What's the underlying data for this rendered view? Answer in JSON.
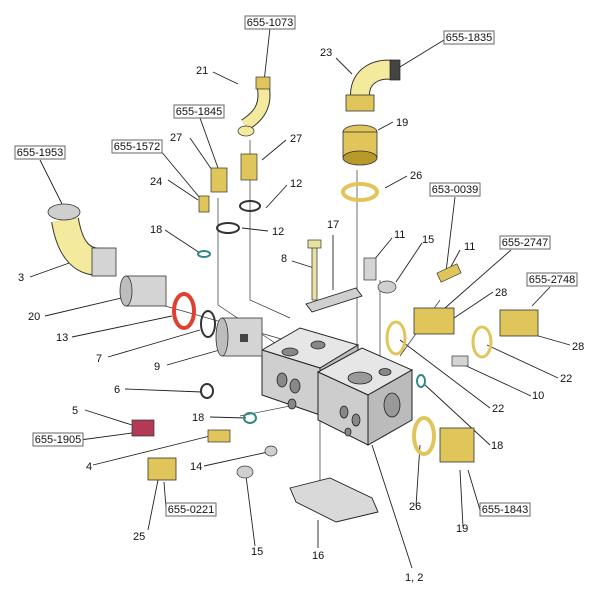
{
  "colors": {
    "brass": "#e0c65a",
    "brass_dark": "#b89a2a",
    "steel": "#d4d4d4",
    "steel_dark": "#9a9a9a",
    "yellow_pale": "#f3ea9e",
    "red_ring": "#e0412f",
    "orange_ring": "#e8b04a",
    "teal_ring": "#2c8a84",
    "magenta": "#b23a57"
  },
  "part_numbers": {
    "p655_1073": "655-1073",
    "p655_1835": "655-1835",
    "p655_1845": "655-1845",
    "p655_1572": "655-1572",
    "p655_1953": "655-1953",
    "p653_0039": "653-0039",
    "p655_2747": "655-2747",
    "p655_2748": "655-2748",
    "p655_1905": "655-1905",
    "p655_0221": "655-0221",
    "p655_1843": "655-1843"
  },
  "callouts": {
    "n21": "21",
    "n23": "23",
    "n19a": "19",
    "n27a": "27",
    "n27b": "27",
    "n12a": "12",
    "n12b": "12",
    "n26a": "26",
    "n24": "24",
    "n18a": "18",
    "n17": "17",
    "n11a": "11",
    "n15a": "15",
    "n11b": "11",
    "n8": "8",
    "n3": "3",
    "n20": "20",
    "n13": "13",
    "n7": "7",
    "n9": "9",
    "n28a": "28",
    "n28b": "28",
    "n22a": "22",
    "n22b": "22",
    "n10": "10",
    "n6": "6",
    "n5": "5",
    "n18b": "18",
    "n4": "4",
    "n14": "14",
    "n18c": "18",
    "n26b": "26",
    "n19b": "19",
    "n25": "25",
    "n15b": "15",
    "n16": "16",
    "n12_body": "1, 2"
  }
}
